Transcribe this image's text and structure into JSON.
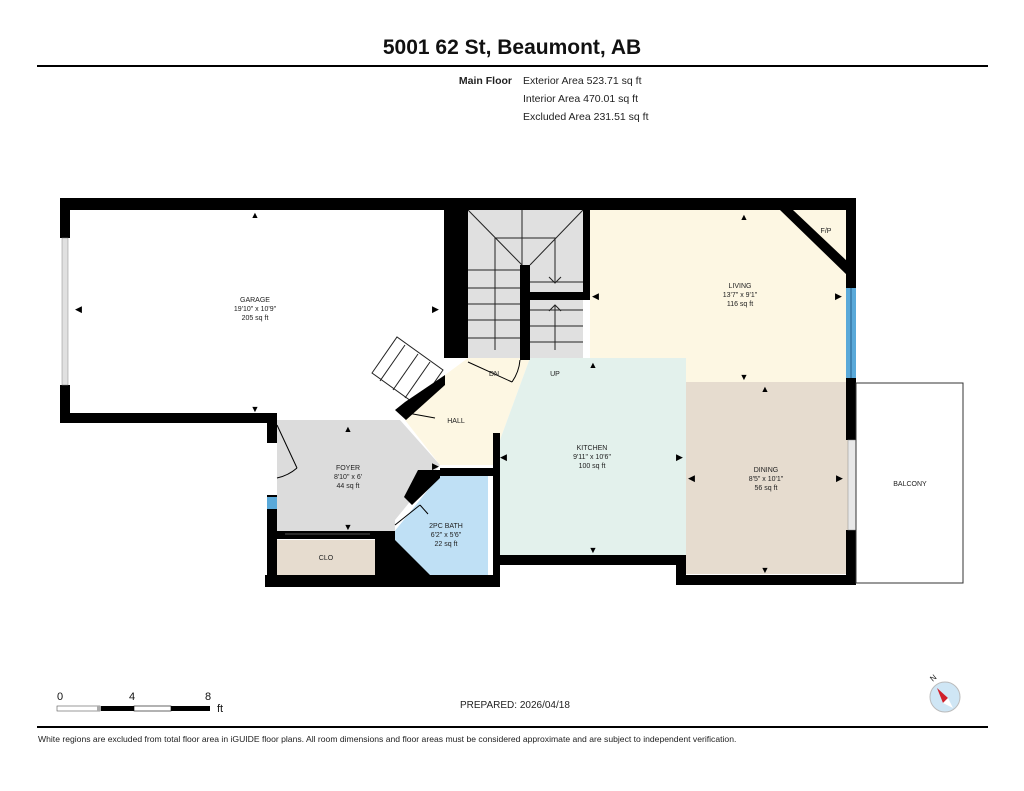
{
  "header": {
    "title": "5001 62 St, Beaumont, AB",
    "floor_label": "Main Floor",
    "exterior_area": "Exterior Area 523.71 sq ft",
    "interior_area": "Interior Area 470.01 sq ft",
    "excluded_area": "Excluded Area 231.51 sq ft"
  },
  "rooms": {
    "garage": {
      "name": "GARAGE",
      "dims": "19'10\" x 10'9\"",
      "area": "205 sq ft"
    },
    "living": {
      "name": "LIVING",
      "dims": "13'7\" x 9'1\"",
      "area": "116 sq ft"
    },
    "kitchen": {
      "name": "KITCHEN",
      "dims": "9'11\" x 10'6\"",
      "area": "100 sq ft"
    },
    "dining": {
      "name": "DINING",
      "dims": "8'5\" x 10'1\"",
      "area": "56 sq ft"
    },
    "foyer": {
      "name": "FOYER",
      "dims": "8'10\" x 6'",
      "area": "44 sq ft"
    },
    "bath": {
      "name": "2PC BATH",
      "dims": "6'2\" x 5'6\"",
      "area": "22 sq ft"
    },
    "hall": {
      "name": "HALL"
    },
    "closet": {
      "name": "CLO"
    },
    "balcony": {
      "name": "BALCONY"
    },
    "fireplace": {
      "name": "F/P"
    },
    "stairs_down": {
      "name": "DN"
    },
    "stairs_up": {
      "name": "UP"
    }
  },
  "colors": {
    "living": "#fdf7e3",
    "hall": "#fdf7e3",
    "kitchen": "#e3f1ec",
    "dining": "#e6dccf",
    "foyer": "#dcdcdc",
    "bath": "#bfe0f5",
    "closet": "#e6dccf",
    "stairs": "#e0e0e0",
    "window": "#5aa9d9",
    "wall": "#000000"
  },
  "scale_bar": {
    "ticks": [
      "0",
      "4",
      "8"
    ],
    "unit": "ft"
  },
  "footer": {
    "prepared": "PREPARED: 2026/04/18",
    "disclaimer": "White regions are excluded from total floor area in iGUIDE floor plans. All room dimensions and floor areas must be considered approximate and are subject to independent verification."
  },
  "compass": {
    "label": "N"
  }
}
